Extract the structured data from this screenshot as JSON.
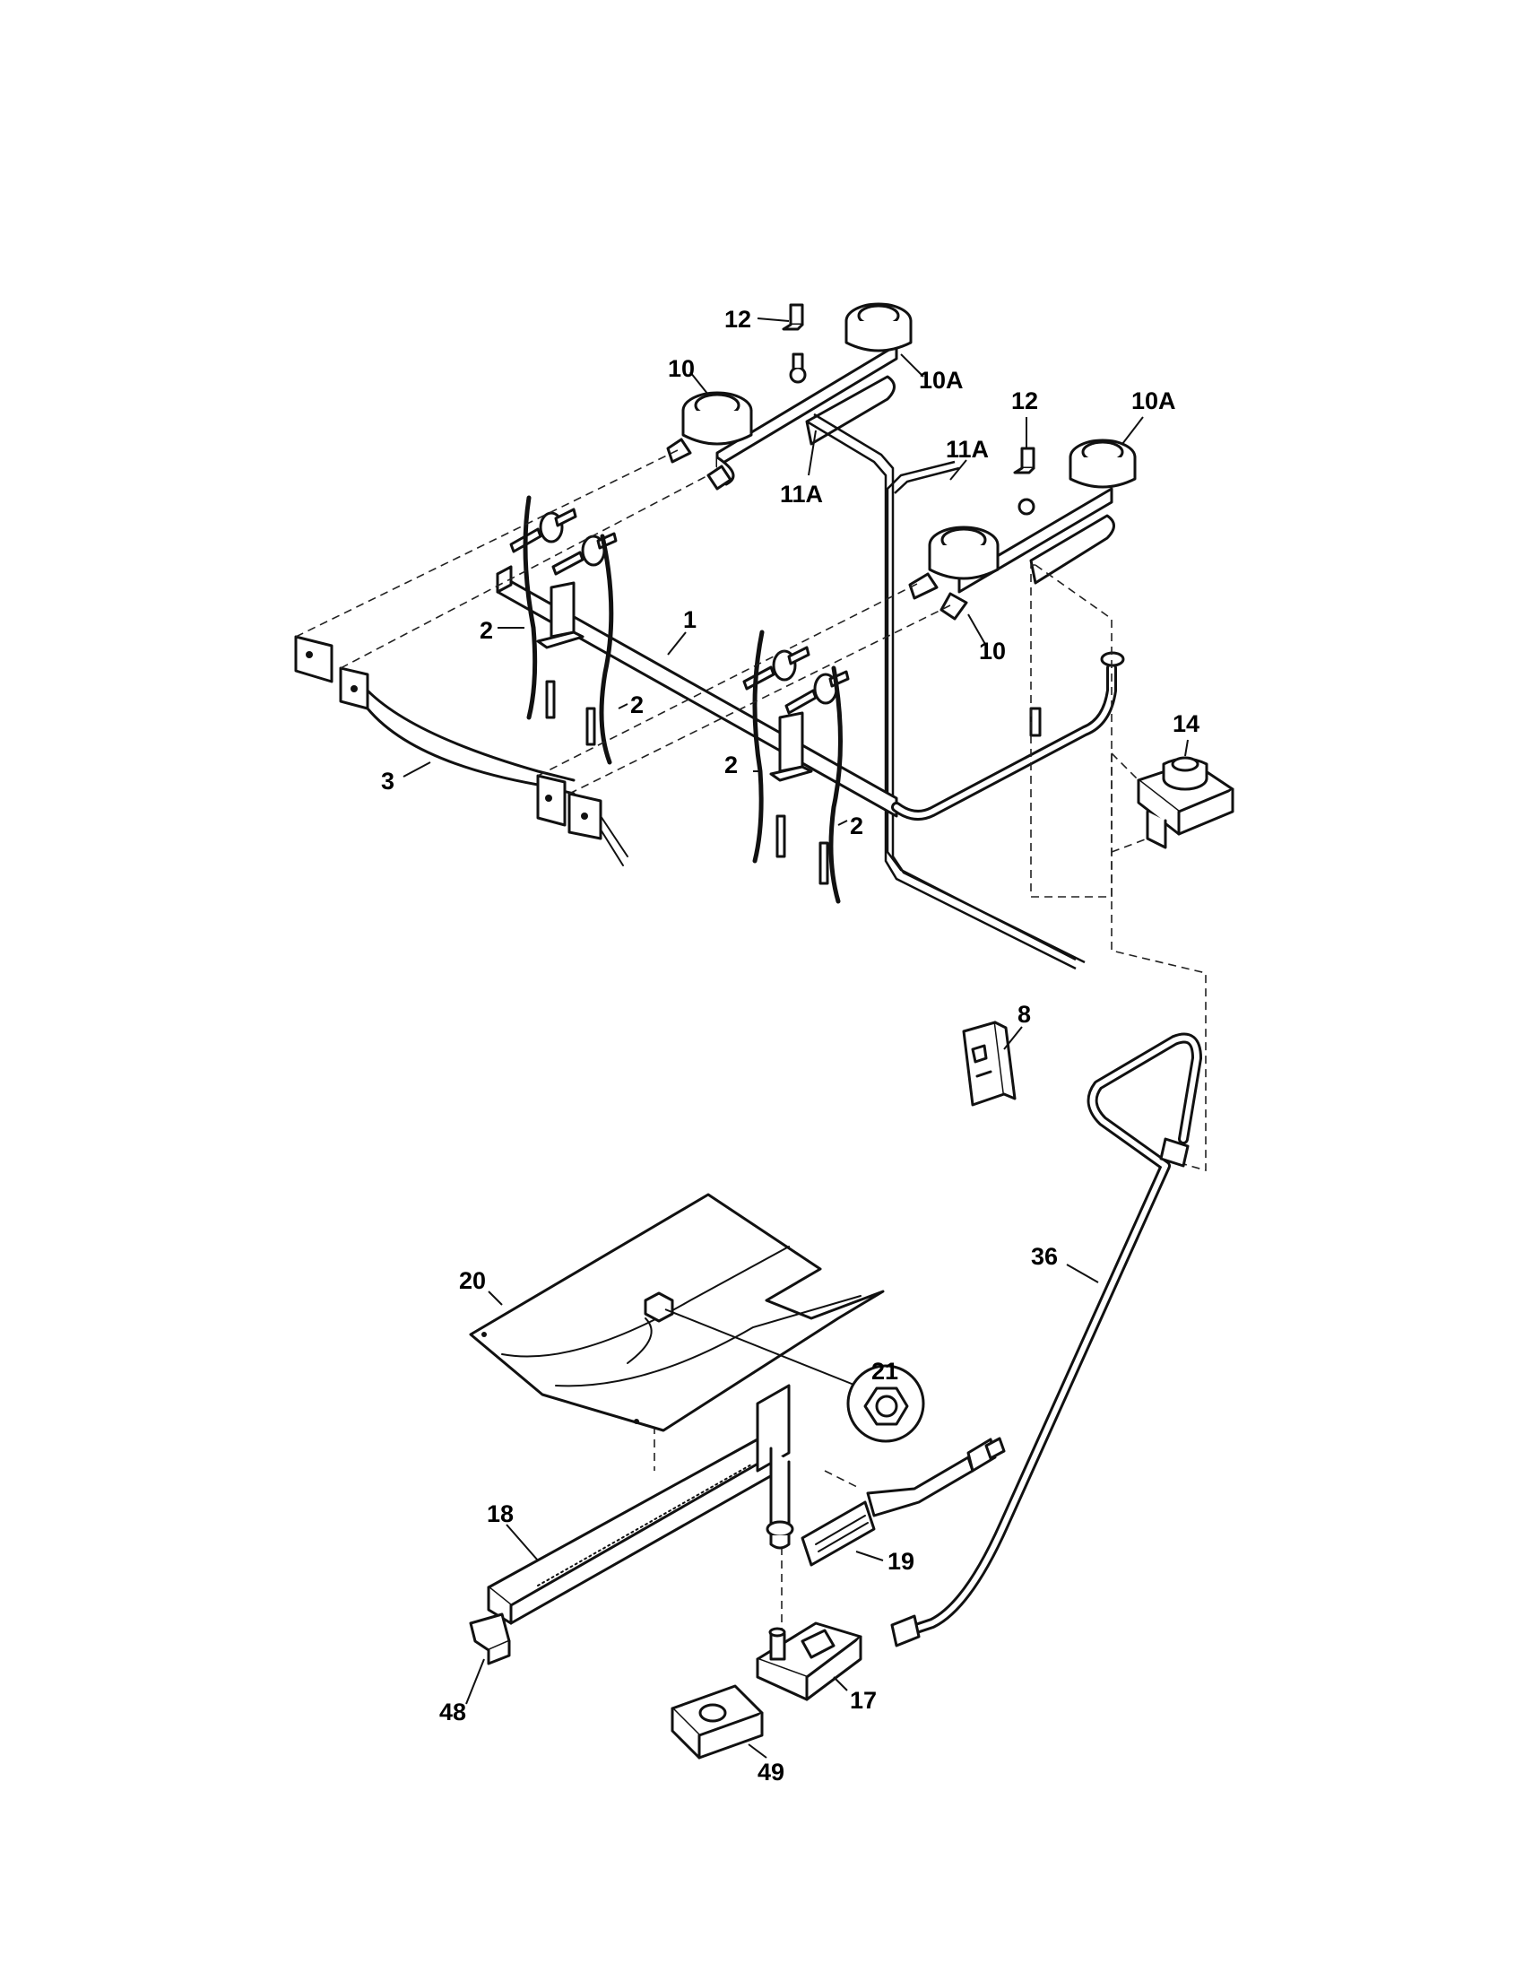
{
  "callouts": {
    "c12a": "12",
    "c10a_top": "10",
    "c10A_top": "10A",
    "c11A_left": "11A",
    "c11A_right": "11A",
    "c12b": "12",
    "c10A_right": "10A",
    "c10_right": "10",
    "c1": "1",
    "c2_a": "2",
    "c2_b": "2",
    "c2_c": "2",
    "c2_d": "2",
    "c3": "3",
    "c14": "14",
    "c8": "8",
    "c36": "36",
    "c20": "20",
    "c21": "21",
    "c18": "18",
    "c19": "19",
    "c17": "17",
    "c48": "48",
    "c49": "49"
  }
}
